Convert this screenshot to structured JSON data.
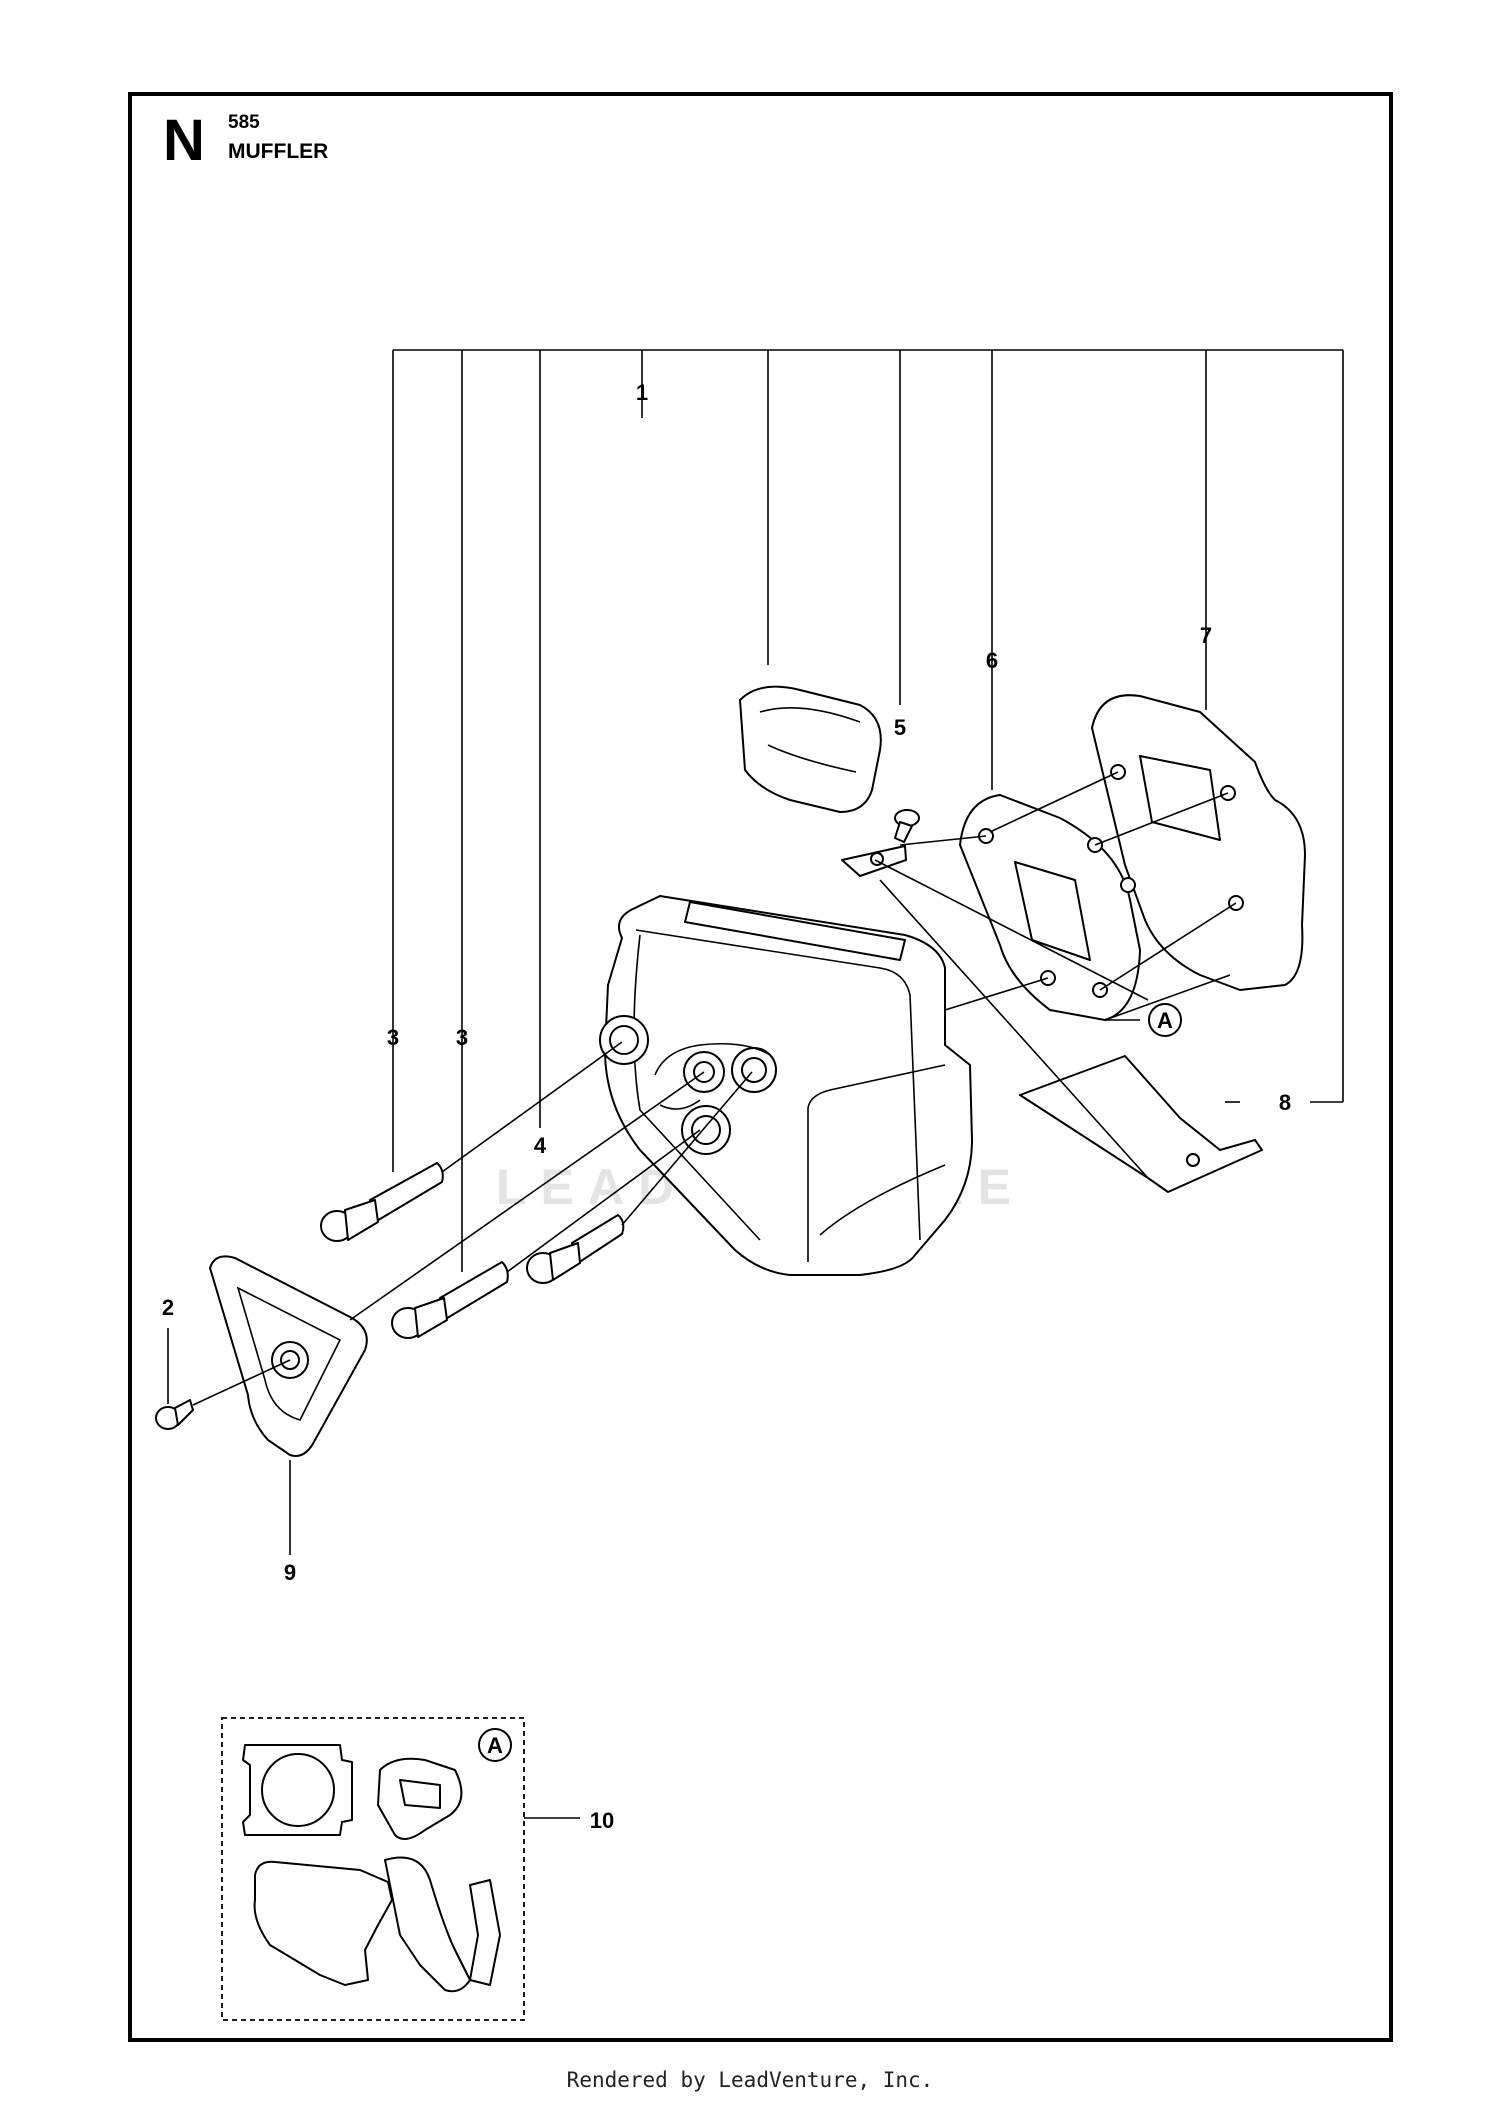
{
  "header": {
    "section_letter": "N",
    "model_code": "585",
    "title": "MUFFLER"
  },
  "watermark": "LEADVENTURE",
  "footer": "Rendered by LeadVenture, Inc.",
  "callouts": {
    "c1": "1",
    "c2": "2",
    "c3a": "3",
    "c3b": "3",
    "c4": "4",
    "c5": "5",
    "c6": "6",
    "c7": "7",
    "c8": "8",
    "c9": "9",
    "c10": "10",
    "marker_a_main": "A",
    "marker_a_kit": "A"
  }
}
